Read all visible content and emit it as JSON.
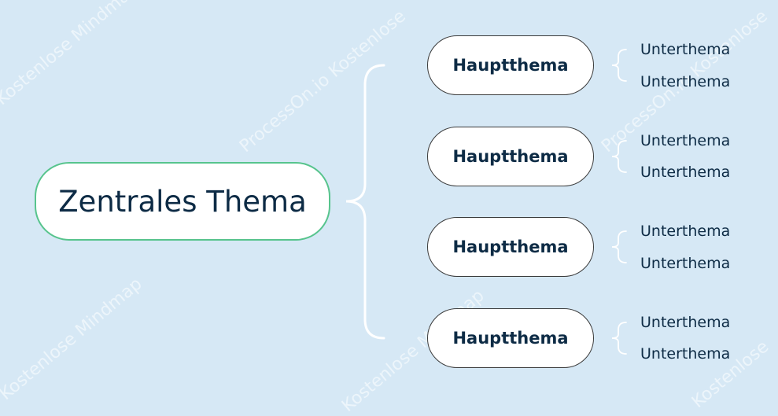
{
  "diagram": {
    "central": {
      "label": "Zentrales Thema"
    },
    "branches": [
      {
        "label": "Hauptthema",
        "subtopics": [
          "Unterthema",
          "Unterthema"
        ]
      },
      {
        "label": "Hauptthema",
        "subtopics": [
          "Unterthema",
          "Unterthema"
        ]
      },
      {
        "label": "Hauptthema",
        "subtopics": [
          "Unterthema",
          "Unterthema"
        ]
      },
      {
        "label": "Hauptthema",
        "subtopics": [
          "Unterthema",
          "Unterthema"
        ]
      }
    ]
  },
  "watermarks": [
    "Kostenlose Mindmap",
    "ProcessOn.io Kostenlose",
    "ProcessOn.io Kostenlose",
    "Kostenlose Mindmap",
    "Kostenlose Mindmap",
    "Kostenlose"
  ],
  "colors": {
    "background": "#d6e8f5",
    "central_border": "#57c48d",
    "node_border": "#3a3a3a",
    "connector": "#ffffff",
    "text": "#0d2b45"
  }
}
